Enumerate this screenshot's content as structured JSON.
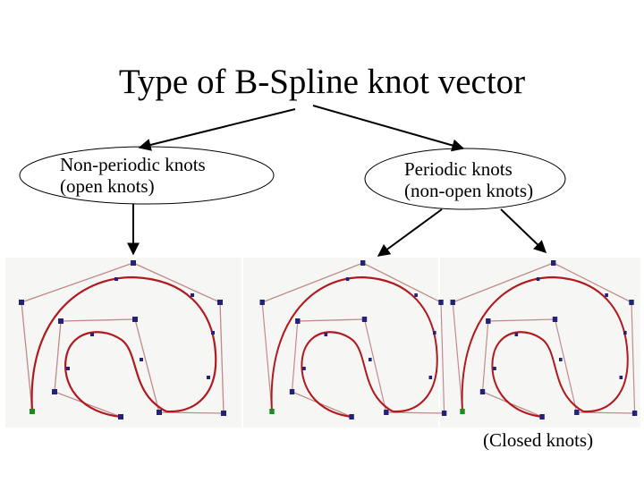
{
  "title": "Type of B-Spline knot vector",
  "categories": {
    "left": {
      "line1": "Non-periodic knots",
      "line2": "(open knots)"
    },
    "right": {
      "line1": "Periodic knots",
      "line2": "(non-open knots)"
    }
  },
  "bottom_note": "(Closed knots)",
  "colors": {
    "curve": "#b0191e",
    "polygon": "#c08a8a",
    "vertex": "#22227a",
    "start_vertex": "#1c8a1c",
    "arrow": "#000000"
  }
}
